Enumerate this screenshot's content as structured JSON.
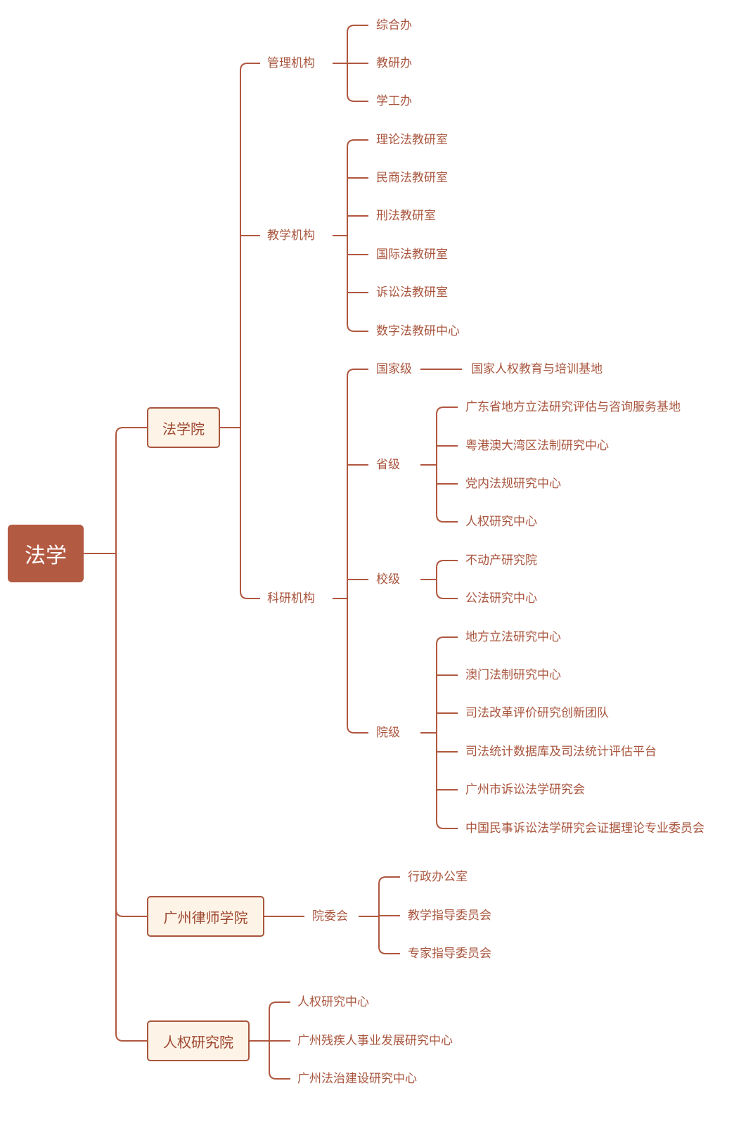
{
  "root": "法学",
  "faxueyuan": {
    "label": "法学院",
    "guanli": {
      "label": "管理机构",
      "items": [
        "综合办",
        "教研办",
        "学工办"
      ]
    },
    "jiaoxue": {
      "label": "教学机构",
      "items": [
        "理论法教研室",
        "民商法教研室",
        "刑法教研室",
        "国际法教研室",
        "诉讼法教研室",
        "数字法教研中心"
      ]
    },
    "keyan": {
      "label": "科研机构",
      "guojia": {
        "label": "国家级",
        "items": [
          "国家人权教育与培训基地"
        ]
      },
      "sheng": {
        "label": "省级",
        "items": [
          "广东省地方立法研究评估与咨询服务基地",
          "粤港澳大湾区法制研究中心",
          "党内法规研究中心",
          "人权研究中心"
        ]
      },
      "xiao": {
        "label": "校级",
        "items": [
          "不动产研究院",
          "公法研究中心"
        ]
      },
      "yuan": {
        "label": "院级",
        "items": [
          "地方立法研究中心",
          "澳门法制研究中心",
          "司法改革评价研究创新团队",
          "司法统计数据库及司法统计评估平台",
          "广州市诉讼法学研究会",
          "中国民事诉讼法学研究会证据理论专业委员会"
        ]
      }
    }
  },
  "lvshi": {
    "label": "广州律师学院",
    "weiyuanhui": {
      "label": "院委会",
      "items": [
        "行政办公室",
        "教学指导委员会",
        "专家指导委员会"
      ]
    }
  },
  "renquan": {
    "label": "人权研究院",
    "items": [
      "人权研究中心",
      "广州残疾人事业发展研究中心",
      "广州法治建设研究中心"
    ]
  },
  "colors": {
    "accent": "#b35a42",
    "line": "#b0573f",
    "text": "#a9553d",
    "box_fill": "#fdf4e7"
  }
}
